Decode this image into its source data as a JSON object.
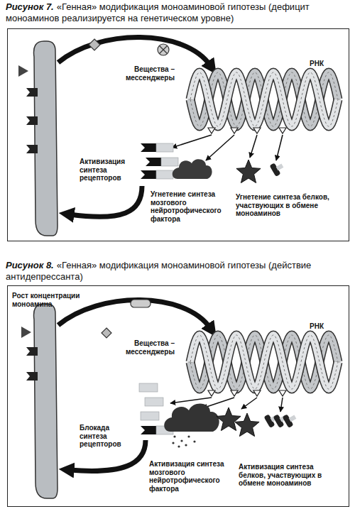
{
  "diagram": {
    "nodes": [
      {
        "text": [
          "Рисунок 7.",
          "«Генная» модификация моноаминовой гипотезы (дефицит моноаминов реализируется на генетическом уровне)"
        ]
      },
      {
        "text": [
          "Рисунок 8.",
          "«Генная» модификация моноаминовой гипотезы (действие антидепрессанта)"
        ]
      }
    ],
    "labels": [
      "Вещества – мессенджеры",
      "РНК",
      "Активизация синтеза рецепторов",
      "Угнетение синтеза мозгового нейротрофического фактора",
      "Угнетение синтеза белков, участвующих в обмене моноаминов",
      "Рост концентрации моноамина",
      "Вещества – мессенджеры",
      "РНК",
      "Блокада синтеза рецепторов",
      "Активизация синтеза мозгового нейротрофического фактора",
      "Активизация синтеза белков, участвующих в обмене моноаминов"
    ]
  }
}
